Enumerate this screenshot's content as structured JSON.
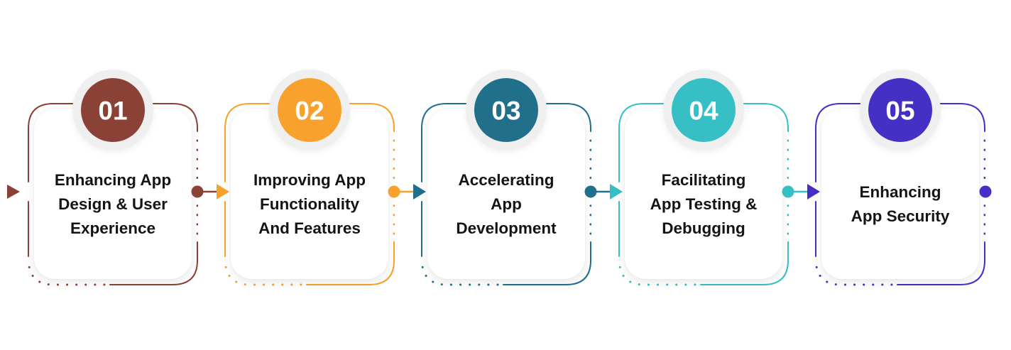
{
  "steps": [
    {
      "number": "01",
      "title_lines": [
        "Enhancing App",
        "Design & User",
        "Experience"
      ],
      "color": "#8B4236"
    },
    {
      "number": "02",
      "title_lines": [
        "Improving App",
        "Functionality",
        "And Features"
      ],
      "color": "#F8A12C"
    },
    {
      "number": "03",
      "title_lines": [
        "Accelerating",
        "App",
        "Development"
      ],
      "color": "#20708C"
    },
    {
      "number": "04",
      "title_lines": [
        "Facilitating",
        "App Testing &",
        "Debugging"
      ],
      "color": "#36C0C5"
    },
    {
      "number": "05",
      "title_lines": [
        "Enhancing",
        "App Security"
      ],
      "color": "#4530C5"
    }
  ],
  "palette": {
    "ring": "#EFEFEF",
    "card_bg": "#FFFFFF",
    "text": "#141414",
    "canvas_bg": "#FFFFFF"
  }
}
